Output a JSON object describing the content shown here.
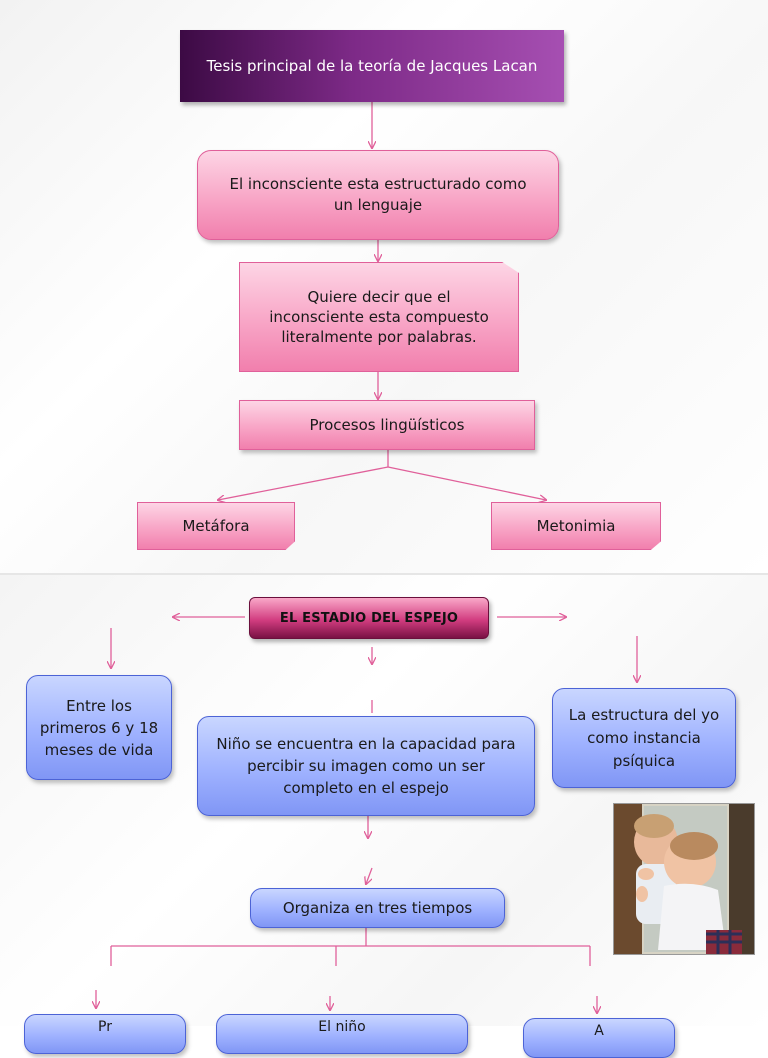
{
  "slide1": {
    "title": "Tesis principal de la teoría de Jacques Lacan",
    "node_inconsciente": "El inconsciente esta estructurado como un lenguaje",
    "node_quiere_decir": "Quiere decir que el inconsciente esta compuesto literalmente por palabras.",
    "node_procesos": "Procesos lingüísticos",
    "node_metafora": "Metáfora",
    "node_metonimia": "Metonimia"
  },
  "slide2": {
    "title": "EL ESTADIO DEL ESPEJO",
    "node_edad": "Entre los primeros 6 y 18 meses de vida",
    "node_nino": "Niño se encuentra en la capacidad para percibir su imagen como un ser completo en el espejo",
    "node_estructura": "La estructura del yo como instancia psíquica",
    "node_organiza": "Organiza en tres tiempos",
    "node_tiempo1": "Pr",
    "node_tiempo2": "El niño ",
    "node_tiempo3": "A"
  },
  "colors": {
    "pink_fill": "#f8a5c6",
    "pink_border": "#e0609a",
    "blue_fill": "#9fb2ff",
    "blue_border": "#4c63d6",
    "title_purple": "#7d2a87",
    "title_magenta": "#d23d80",
    "connector": "#e0609a"
  },
  "icons": {
    "photo": "baby-mirror-photo"
  }
}
